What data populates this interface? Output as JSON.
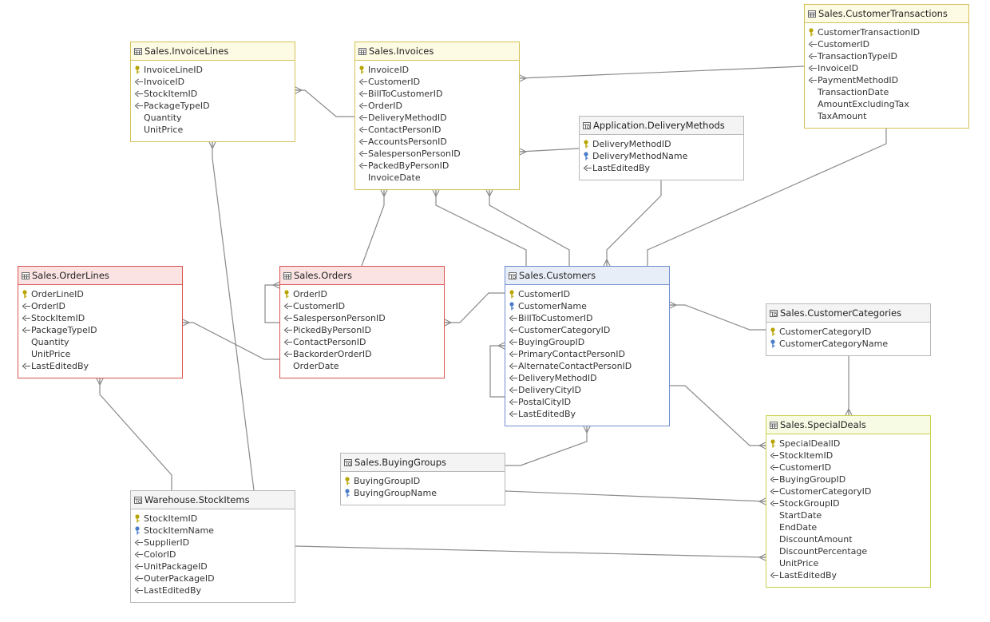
{
  "colors": {
    "header_default": "#f4f4f4",
    "border_default": "#b8b8b8",
    "header_red": "#fbe3e3",
    "border_red": "#d9534f",
    "header_yellow": "#fdfbe3",
    "border_yellow": "#d4c25a",
    "header_blue": "#e8eef8",
    "border_blue": "#6f8fce",
    "header_lime": "#f8fbe3",
    "border_lime": "#c8d24a",
    "pk_key": "#b8a400",
    "unique_key": "#4a7cc9",
    "fk_arrow": "#555555"
  },
  "tables": [
    {
      "id": "invoicelines",
      "name": "Sales.InvoiceLines",
      "style": "yellow",
      "icon": "table-icon",
      "columns": [
        {
          "name": "InvoiceLineID",
          "key": "pk"
        },
        {
          "name": "InvoiceID",
          "key": "fk"
        },
        {
          "name": "StockItemID",
          "key": "fk"
        },
        {
          "name": "PackageTypeID",
          "key": "fk"
        },
        {
          "name": "Quantity",
          "key": "none"
        },
        {
          "name": "UnitPrice",
          "key": "none"
        }
      ]
    },
    {
      "id": "invoices",
      "name": "Sales.Invoices",
      "style": "yellow",
      "icon": "table-icon",
      "columns": [
        {
          "name": "InvoiceID",
          "key": "pk"
        },
        {
          "name": "CustomerID",
          "key": "fk"
        },
        {
          "name": "BillToCustomerID",
          "key": "fk"
        },
        {
          "name": "OrderID",
          "key": "fk"
        },
        {
          "name": "DeliveryMethodID",
          "key": "fk"
        },
        {
          "name": "ContactPersonID",
          "key": "fk"
        },
        {
          "name": "AccountsPersonID",
          "key": "fk"
        },
        {
          "name": "SalespersonPersonID",
          "key": "fk"
        },
        {
          "name": "PackedByPersonID",
          "key": "fk"
        },
        {
          "name": "InvoiceDate",
          "key": "none"
        }
      ]
    },
    {
      "id": "customertransactions",
      "name": "Sales.CustomerTransactions",
      "style": "yellow",
      "icon": "table-icon",
      "columns": [
        {
          "name": "CustomerTransactionID",
          "key": "pk"
        },
        {
          "name": "CustomerID",
          "key": "fk"
        },
        {
          "name": "TransactionTypeID",
          "key": "fk"
        },
        {
          "name": "InvoiceID",
          "key": "fk"
        },
        {
          "name": "PaymentMethodID",
          "key": "fk"
        },
        {
          "name": "TransactionDate",
          "key": "none"
        },
        {
          "name": "AmountExcludingTax",
          "key": "none"
        },
        {
          "name": "TaxAmount",
          "key": "none"
        }
      ]
    },
    {
      "id": "deliverymethods",
      "name": "Application.DeliveryMethods",
      "style": "default",
      "icon": "temporal-table-icon",
      "columns": [
        {
          "name": "DeliveryMethodID",
          "key": "pk"
        },
        {
          "name": "DeliveryMethodName",
          "key": "uk"
        },
        {
          "name": "LastEditedBy",
          "key": "fk"
        }
      ]
    },
    {
      "id": "orderlines",
      "name": "Sales.OrderLines",
      "style": "red",
      "icon": "table-icon",
      "columns": [
        {
          "name": "OrderLineID",
          "key": "pk"
        },
        {
          "name": "OrderID",
          "key": "fk"
        },
        {
          "name": "StockItemID",
          "key": "fk"
        },
        {
          "name": "PackageTypeID",
          "key": "fk"
        },
        {
          "name": "Quantity",
          "key": "none"
        },
        {
          "name": "UnitPrice",
          "key": "none"
        },
        {
          "name": "LastEditedBy",
          "key": "fk"
        }
      ]
    },
    {
      "id": "orders",
      "name": "Sales.Orders",
      "style": "red",
      "icon": "table-icon",
      "columns": [
        {
          "name": "OrderID",
          "key": "pk"
        },
        {
          "name": "CustomerID",
          "key": "fk"
        },
        {
          "name": "SalespersonPersonID",
          "key": "fk"
        },
        {
          "name": "PickedByPersonID",
          "key": "fk"
        },
        {
          "name": "ContactPersonID",
          "key": "fk"
        },
        {
          "name": "BackorderOrderID",
          "key": "fk"
        },
        {
          "name": "OrderDate",
          "key": "none"
        }
      ]
    },
    {
      "id": "customers",
      "name": "Sales.Customers",
      "style": "blue",
      "icon": "temporal-table-icon",
      "columns": [
        {
          "name": "CustomerID",
          "key": "pk"
        },
        {
          "name": "CustomerName",
          "key": "uk"
        },
        {
          "name": "BillToCustomerID",
          "key": "fk"
        },
        {
          "name": "CustomerCategoryID",
          "key": "fk"
        },
        {
          "name": "BuyingGroupID",
          "key": "fk"
        },
        {
          "name": "PrimaryContactPersonID",
          "key": "fk"
        },
        {
          "name": "AlternateContactPersonID",
          "key": "fk"
        },
        {
          "name": "DeliveryMethodID",
          "key": "fk"
        },
        {
          "name": "DeliveryCityID",
          "key": "fk"
        },
        {
          "name": "PostalCityID",
          "key": "fk"
        },
        {
          "name": "LastEditedBy",
          "key": "fk"
        }
      ]
    },
    {
      "id": "customercategories",
      "name": "Sales.CustomerCategories",
      "style": "default",
      "icon": "temporal-table-icon",
      "columns": [
        {
          "name": "CustomerCategoryID",
          "key": "pk"
        },
        {
          "name": "CustomerCategoryName",
          "key": "uk"
        }
      ]
    },
    {
      "id": "specialdeals",
      "name": "Sales.SpecialDeals",
      "style": "lime",
      "icon": "table-icon",
      "columns": [
        {
          "name": "SpecialDealID",
          "key": "pk"
        },
        {
          "name": "StockItemID",
          "key": "fk"
        },
        {
          "name": "CustomerID",
          "key": "fk"
        },
        {
          "name": "BuyingGroupID",
          "key": "fk"
        },
        {
          "name": "CustomerCategoryID",
          "key": "fk"
        },
        {
          "name": "StockGroupID",
          "key": "fk"
        },
        {
          "name": "StartDate",
          "key": "none"
        },
        {
          "name": "EndDate",
          "key": "none"
        },
        {
          "name": "DiscountAmount",
          "key": "none"
        },
        {
          "name": "DiscountPercentage",
          "key": "none"
        },
        {
          "name": "UnitPrice",
          "key": "none"
        },
        {
          "name": "LastEditedBy",
          "key": "fk"
        }
      ]
    },
    {
      "id": "buyinggroups",
      "name": "Sales.BuyingGroups",
      "style": "default",
      "icon": "temporal-table-icon",
      "columns": [
        {
          "name": "BuyingGroupID",
          "key": "pk"
        },
        {
          "name": "BuyingGroupName",
          "key": "uk"
        }
      ]
    },
    {
      "id": "stockitems",
      "name": "Warehouse.StockItems",
      "style": "default",
      "icon": "temporal-table-icon",
      "columns": [
        {
          "name": "StockItemID",
          "key": "pk"
        },
        {
          "name": "StockItemName",
          "key": "uk"
        },
        {
          "name": "SupplierID",
          "key": "fk"
        },
        {
          "name": "ColorID",
          "key": "fk"
        },
        {
          "name": "UnitPackageID",
          "key": "fk"
        },
        {
          "name": "OuterPackageID",
          "key": "fk"
        },
        {
          "name": "LastEditedBy",
          "key": "fk"
        }
      ]
    }
  ],
  "relationships": [
    {
      "from": "invoicelines",
      "to": "invoices"
    },
    {
      "from": "invoicelines",
      "to": "stockitems"
    },
    {
      "from": "invoices",
      "to": "customertransactions"
    },
    {
      "from": "invoices",
      "to": "deliverymethods"
    },
    {
      "from": "invoices",
      "to": "orders"
    },
    {
      "from": "invoices",
      "to": "customers"
    },
    {
      "from": "customertransactions",
      "to": "customers"
    },
    {
      "from": "deliverymethods",
      "to": "customers"
    },
    {
      "from": "orderlines",
      "to": "orders"
    },
    {
      "from": "orderlines",
      "to": "stockitems"
    },
    {
      "from": "orders",
      "to": "customers"
    },
    {
      "from": "orders",
      "to": "orders"
    },
    {
      "from": "customers",
      "to": "customers"
    },
    {
      "from": "customers",
      "to": "customercategories"
    },
    {
      "from": "customers",
      "to": "specialdeals"
    },
    {
      "from": "customers",
      "to": "buyinggroups"
    },
    {
      "from": "customercategories",
      "to": "specialdeals"
    },
    {
      "from": "buyinggroups",
      "to": "specialdeals"
    },
    {
      "from": "stockitems",
      "to": "specialdeals"
    }
  ]
}
